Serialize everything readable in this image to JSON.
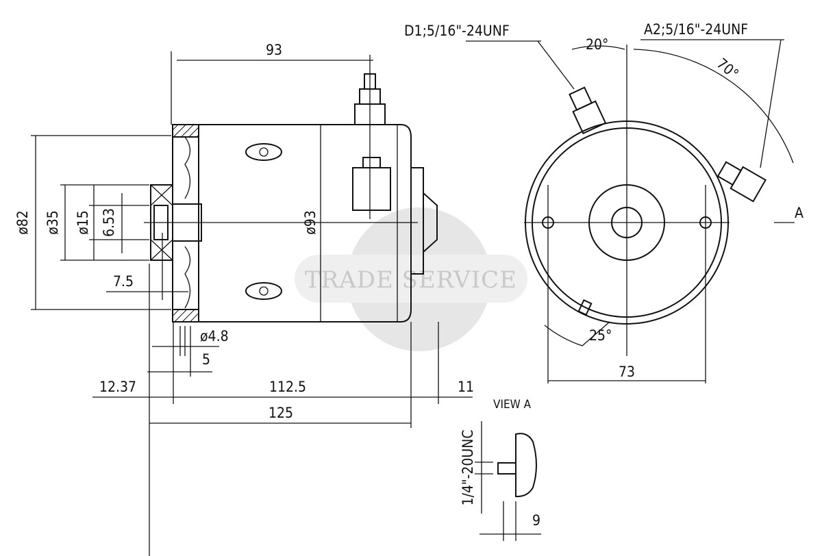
{
  "watermark": "TRADE SERVICE",
  "side_view": {
    "dim_length_top": "93",
    "dim_dia_flange": "ø82",
    "dim_dia_pilot": "ø35",
    "dim_dia_shaft": "ø15",
    "dim_shaft_flat": "6.53",
    "dim_dia_body": "ø93",
    "dim_pilot_len": "7.5",
    "dim_hole_dia": "ø4.8",
    "dim_flange_thk": "5",
    "dim_shaft_len": "12.37",
    "dim_body_len": "112.5",
    "dim_rear": "11",
    "dim_overall": "125"
  },
  "end_view": {
    "terminal_d1": "D1;5/16\"-24UNF",
    "terminal_a2": "A2;5/16\"-24UNF",
    "angle_d1": "20°",
    "angle_a2": "70°",
    "angle_vent": "25°",
    "dim_bolt_spacing": "73",
    "view_marker": "A"
  },
  "view_a": {
    "title": "VIEW A",
    "thread": "1/4\"-20UNC",
    "dim_depth": "9"
  }
}
